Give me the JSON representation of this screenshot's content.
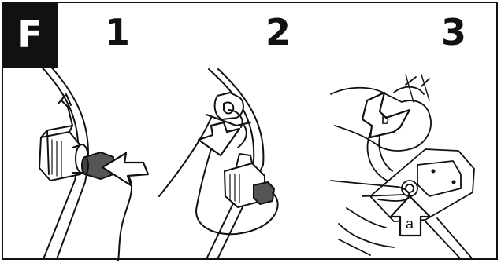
{
  "figure": {
    "section_letter": "F",
    "steps": [
      "1",
      "2",
      "3"
    ],
    "callouts": {
      "a": "a",
      "b": "b"
    }
  },
  "colors": {
    "ink": "#111111",
    "plug_gray": "#555555",
    "background": "#ffffff"
  }
}
